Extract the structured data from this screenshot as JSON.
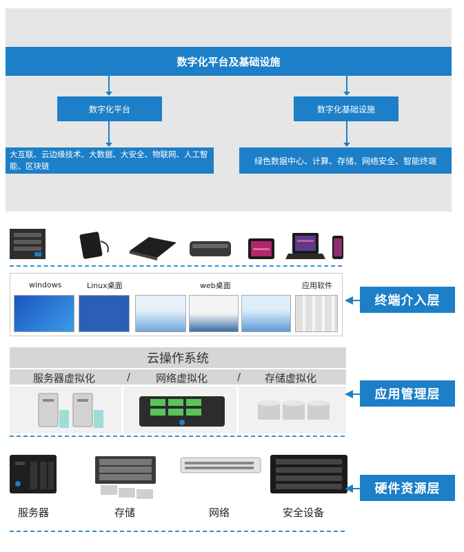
{
  "platform": {
    "title": "数字化平台及基础设施",
    "left": {
      "title": "数字化平台",
      "detail": "大互联、云边缘技术、大数据、大安全、物联网、人工智能、区块链"
    },
    "right": {
      "title": "数字化基础设施",
      "detail": "绿色数据中心、计算、存储、网络安全、智能终端"
    }
  },
  "terminals": {
    "labels": [
      "windows",
      "Linux桌面",
      "web桌面",
      "应用软件"
    ]
  },
  "cloud": {
    "os": "云操作系统",
    "virt": [
      "服务器虚拟化",
      "/",
      "网络虚拟化",
      "/",
      "存储虚拟化"
    ]
  },
  "layers": {
    "terminal": "终端介入层",
    "application": "应用管理层",
    "hardware": "硬件资源层"
  },
  "hardware": {
    "labels": [
      "服务器",
      "存储",
      "网络",
      "安全设备"
    ]
  },
  "colors": {
    "accent": "#1c7fc7",
    "panel": "#e6e6e6",
    "dash": "#2a8fd6"
  }
}
